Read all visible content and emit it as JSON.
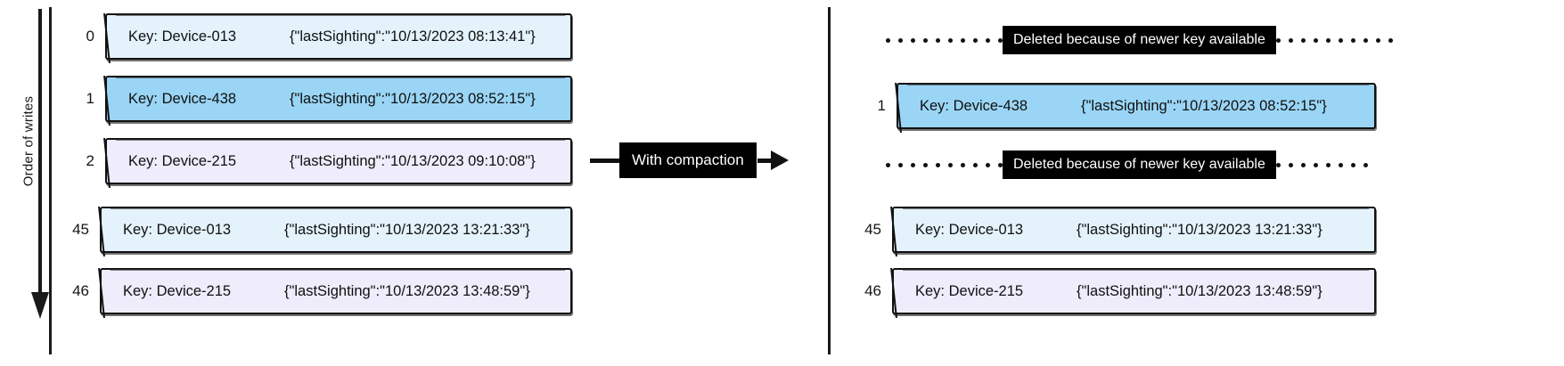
{
  "diagram": {
    "axis": {
      "label": "Order of writes",
      "arrow_icon": "down-arrow-icon"
    },
    "transform": {
      "label": "With compaction",
      "arrow_icon": "right-arrow-icon"
    },
    "deleted_banner_text": "Deleted because of newer key available",
    "colors": {
      "blue_pale": "#e3f2fb",
      "blue": "#9ad5f5",
      "lilac": "#efecfb",
      "stroke": "#111111",
      "chip_bg": "#000000",
      "chip_fg": "#ffffff"
    }
  },
  "left_panel": {
    "rows": [
      {
        "index": "0",
        "key": "Key: Device-013",
        "value": "{\"lastSighting\":\"10/13/2023 08:13:41\"}",
        "fill": "blue-pale"
      },
      {
        "index": "1",
        "key": "Key: Device-438",
        "value": "{\"lastSighting\":\"10/13/2023 08:52:15\"}",
        "fill": "blue"
      },
      {
        "index": "2",
        "key": "Key: Device-215",
        "value": "{\"lastSighting\":\"10/13/2023 09:10:08\"}",
        "fill": "lilac"
      },
      {
        "index": "45",
        "key": "Key: Device-013",
        "value": "{\"lastSighting\":\"10/13/2023 13:21:33\"}",
        "fill": "blue-pale"
      },
      {
        "index": "46",
        "key": "Key: Device-215",
        "value": "{\"lastSighting\":\"10/13/2023 13:48:59\"}",
        "fill": "lilac"
      }
    ]
  },
  "right_panel": {
    "rows": [
      {
        "type": "deleted",
        "index": "",
        "key": "",
        "value": "",
        "fill": ""
      },
      {
        "type": "record",
        "index": "1",
        "key": "Key: Device-438",
        "value": "{\"lastSighting\":\"10/13/2023 08:52:15\"}",
        "fill": "blue"
      },
      {
        "type": "deleted",
        "index": "",
        "key": "",
        "value": "",
        "fill": ""
      },
      {
        "type": "record",
        "index": "45",
        "key": "Key: Device-013",
        "value": "{\"lastSighting\":\"10/13/2023 13:21:33\"}",
        "fill": "blue-pale"
      },
      {
        "type": "record",
        "index": "46",
        "key": "Key: Device-215",
        "value": "{\"lastSighting\":\"10/13/2023 13:48:59\"}",
        "fill": "lilac"
      }
    ]
  }
}
